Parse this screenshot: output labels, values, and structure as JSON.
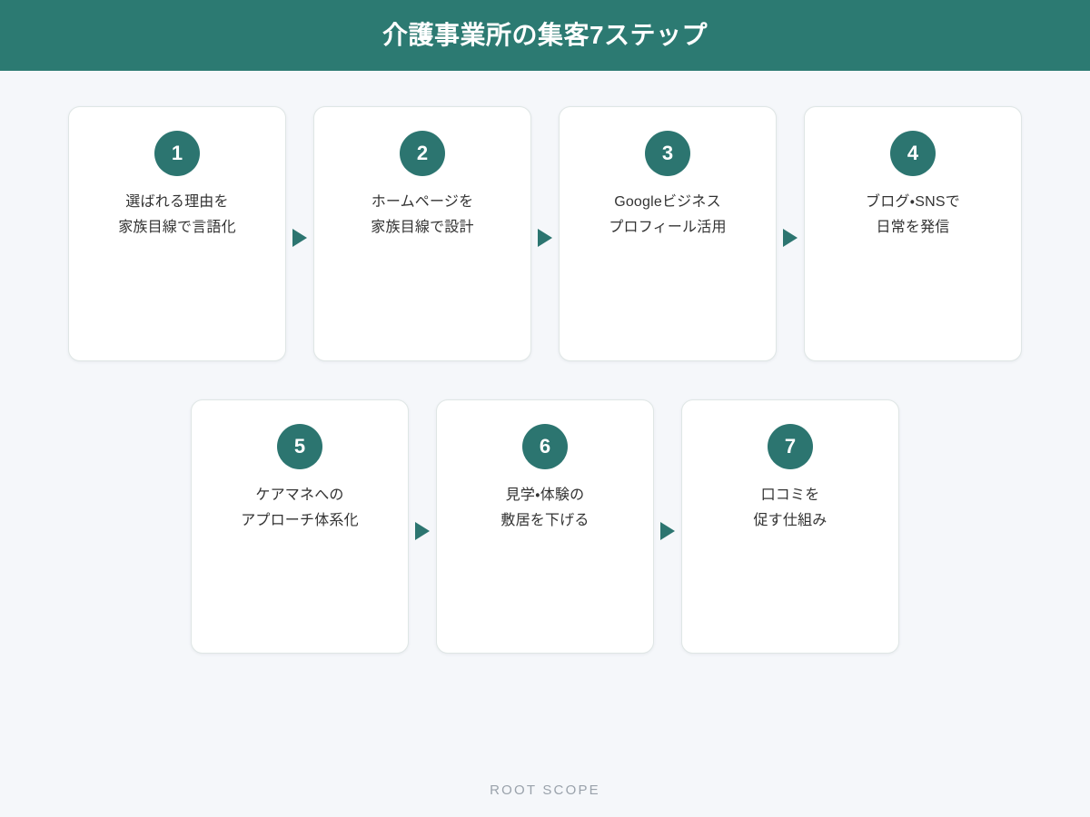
{
  "header": {
    "title": "介護事業所の集客7ステップ",
    "background_color": "#2C7A72",
    "text_color": "#FFFFFF"
  },
  "theme": {
    "page_background": "#F5F7FA",
    "accent_color": "#2C7570",
    "card_background": "#FFFFFF",
    "card_border_color": "#DFE6E5",
    "body_text_color": "#333333",
    "footer_text_color": "#9AA2AB"
  },
  "flow": {
    "arrow_icon_name": "arrow-right-icon",
    "rows": [
      {
        "steps": [
          {
            "number": "1",
            "lines": [
              "選ばれる理由を",
              "家族目線で言語化"
            ]
          },
          {
            "number": "2",
            "lines": [
              "ホームページを",
              "家族目線で設計"
            ]
          },
          {
            "number": "3",
            "lines": [
              "Googleビジネス",
              "プロフィール活用"
            ]
          },
          {
            "number": "4",
            "lines": [
              "ブログ・SNSで",
              "日常を発信"
            ]
          }
        ]
      },
      {
        "steps": [
          {
            "number": "5",
            "lines": [
              "ケアマネへの",
              "アプローチ体系化"
            ]
          },
          {
            "number": "6",
            "lines": [
              "見学・体験の",
              "敷居を下げる"
            ]
          },
          {
            "number": "7",
            "lines": [
              "口コミを",
              "促す仕組み"
            ]
          }
        ]
      }
    ]
  },
  "footer": {
    "brand": "ROOT SCOPE"
  }
}
